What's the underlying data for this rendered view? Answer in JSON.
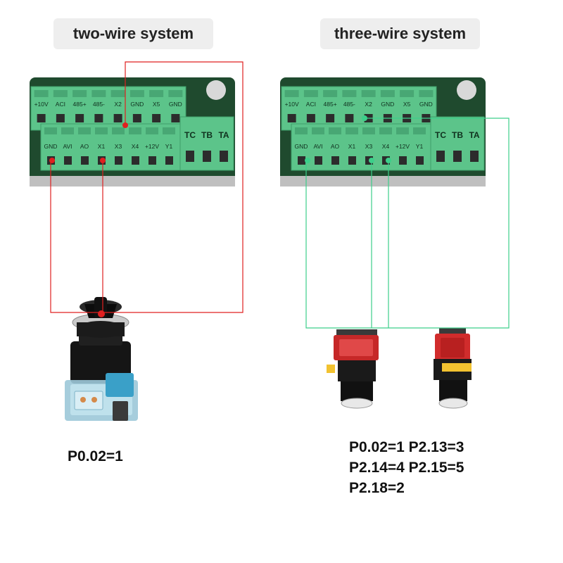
{
  "panels": {
    "two_wire": {
      "title": "two-wire system",
      "params": [
        "P0.02=1"
      ],
      "wire_color": "#e02020"
    },
    "three_wire": {
      "title": "three-wire system",
      "params": [
        "P0.02=1 P2.13=3",
        "P2.14=4 P2.15=5",
        "P2.18=2"
      ],
      "wire_color": "#3ccf8a"
    }
  },
  "terminal_block": {
    "upper_row": [
      "+10V",
      "ACI",
      "485+",
      "485-",
      "X2",
      "GND",
      "X5",
      "GND"
    ],
    "lower_row": [
      "GND",
      "AVI",
      "AO",
      "X1",
      "X3",
      "X4",
      "+12V",
      "Y1"
    ],
    "relay_row": [
      "TC",
      "TB",
      "TA"
    ],
    "terminal_color": "#5cc48a",
    "board_color": "#1f4a2e"
  },
  "icons": {
    "selector": "rotary-selector-switch-icon",
    "button": "push-button-switch-icon"
  }
}
